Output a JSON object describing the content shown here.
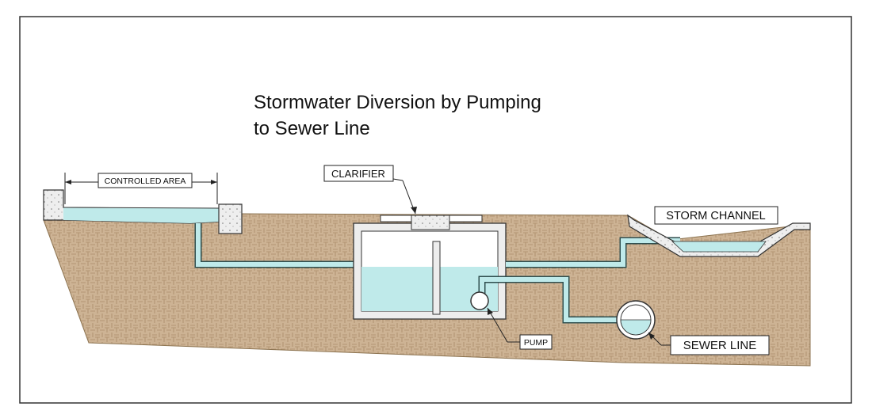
{
  "title": {
    "line1": "Stormwater Diversion by Pumping",
    "line2": "to Sewer Line"
  },
  "labels": {
    "controlled_area": "CONTROLLED AREA",
    "clarifier": "CLARIFIER",
    "storm_channel": "STORM CHANNEL",
    "pump": "PUMP",
    "sewer_line": "SEWER LINE"
  },
  "colors": {
    "soil": "#cdb394",
    "soil_pattern": "#b89a78",
    "water": "#bfeaea",
    "concrete": "#ececec",
    "outline": "#222222"
  }
}
